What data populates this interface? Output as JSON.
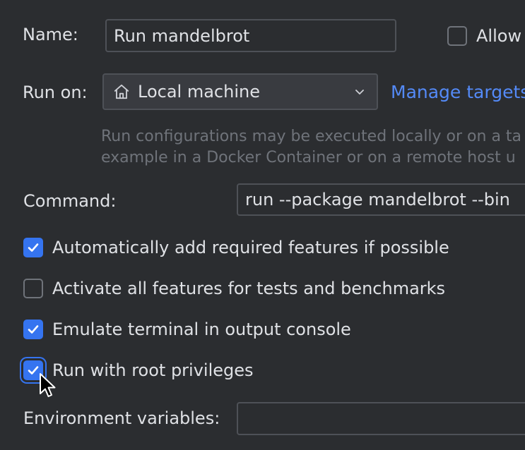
{
  "name": {
    "label": "Name:",
    "value": "Run mandelbrot",
    "allow_label": "Allow"
  },
  "run_on": {
    "label": "Run on:",
    "value": "Local machine",
    "manage_link": "Manage targets",
    "hint_line1": "Run configurations may be executed locally or on a ta",
    "hint_line2": "example in a Docker Container or on a remote host u"
  },
  "command": {
    "label": "Command:",
    "value": "run --package mandelbrot --bin"
  },
  "options": [
    {
      "label": "Automatically add required features if possible",
      "checked": true
    },
    {
      "label": "Activate all features for tests and benchmarks",
      "checked": false
    },
    {
      "label": "Emulate terminal in output console",
      "checked": true
    },
    {
      "label": "Run with root privileges",
      "checked": true,
      "focused": true
    }
  ],
  "env": {
    "label": "Environment variables:",
    "value": ""
  },
  "icons": {
    "target": "home-icon",
    "dropdown": "chevron-down-icon",
    "check": "checkmark-icon",
    "cursor": "mouse-pointer-icon"
  },
  "colors": {
    "background": "#2b2d30",
    "accent": "#3574f0",
    "link": "#548af7",
    "text": "#dfe1e5",
    "hint": "#6f737a",
    "border": "#4e5157"
  }
}
